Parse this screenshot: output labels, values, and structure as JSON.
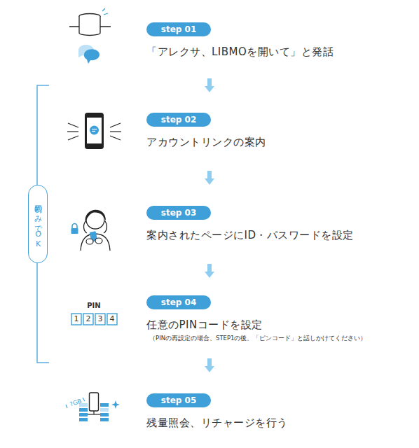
{
  "diagram": {
    "nodes": [
      {
        "text": [
          "step 01",
          "「アレクサ、LIBMOを開いて」と発話"
        ]
      },
      {
        "text": [
          "step 02",
          "アカウントリンクの案内"
        ]
      },
      {
        "text": [
          "step 03",
          "案内されたページにID・パスワードを設定"
        ]
      },
      {
        "text": [
          "step 04",
          "任意のPINコードを設定",
          "（PINの再設定の場合、STEP1の後、「ピンコード」と話しかけてください）"
        ]
      },
      {
        "text": [
          "step 05",
          "残量照会、リチャージを行う"
        ]
      },
      {
        "text": [
          "初回のみでOK"
        ]
      }
    ],
    "edges": [
      {
        "from": 0,
        "to": 1,
        "arrow": "to"
      },
      {
        "from": 1,
        "to": 2,
        "arrow": "to"
      },
      {
        "from": 2,
        "to": 3,
        "arrow": "to"
      },
      {
        "from": 3,
        "to": 4,
        "arrow": "to"
      }
    ],
    "labels": [
      "PIN",
      "1",
      "2",
      "3",
      "4",
      "?GB"
    ]
  }
}
